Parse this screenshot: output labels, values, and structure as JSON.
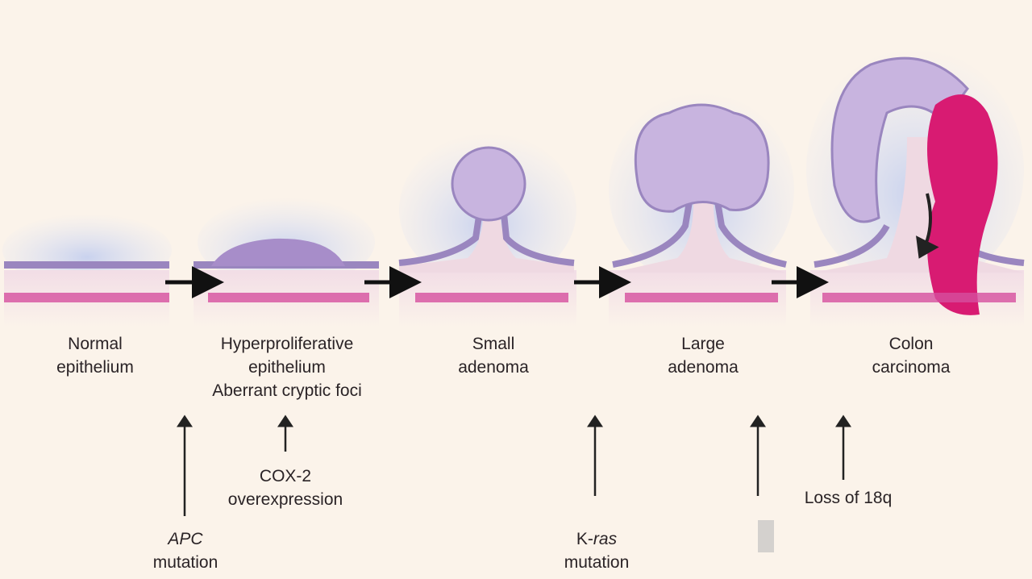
{
  "stages": [
    {
      "line1": "Normal",
      "line2": "epithelium",
      "line3": ""
    },
    {
      "line1": "Hyperproliferative",
      "line2": "epithelium",
      "line3": "Aberrant cryptic foci"
    },
    {
      "line1": "Small",
      "line2": "adenoma",
      "line3": ""
    },
    {
      "line1": "Large",
      "line2": "adenoma",
      "line3": ""
    },
    {
      "line1": "Colon",
      "line2": "carcinoma",
      "line3": ""
    }
  ],
  "events": {
    "apc": {
      "gene": "APC",
      "line2": "mutation"
    },
    "cox2": {
      "line1": "COX-2",
      "line2": "overexpression"
    },
    "kras": {
      "prefix": "K-",
      "gene": "ras",
      "line2": "mutation"
    },
    "loss18q": {
      "line1": "Loss of 18q"
    }
  },
  "colors": {
    "background": "#fbf3ea",
    "epithelium": "#9a86bf",
    "muscle": "#d64f9e",
    "carcinoma": "#d81b72"
  }
}
